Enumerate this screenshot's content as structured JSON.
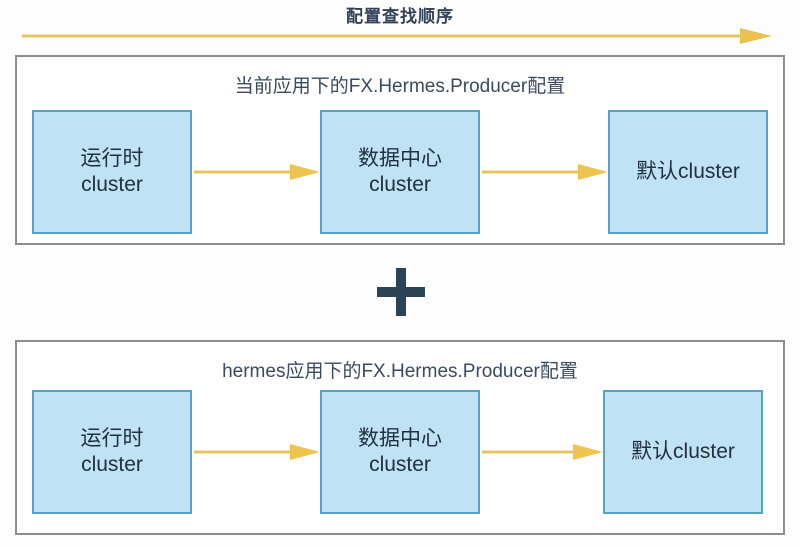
{
  "header": {
    "label": "配置查找顺序",
    "arrow_icon": "long-right-arrow-icon",
    "arrow_color": "#e6c55f"
  },
  "operator": {
    "symbol": "+",
    "icon": "plus-icon",
    "color": "#2b4356"
  },
  "theme": {
    "node_fill": "#bfe3f5",
    "node_border": "#57a5c6",
    "panel_border": "#8d8d8d",
    "arrow_color": "#e6c55f",
    "text_color": "#22303f",
    "title_color": "#3b4a5e",
    "background": "#fdfdfd"
  },
  "panels": [
    {
      "id": "panel-current",
      "title": "当前应用下的FX.Hermes.Producer配置",
      "nodes": [
        {
          "line1": "运行时",
          "line2": "cluster"
        },
        {
          "line1": "数据中心",
          "line2": "cluster"
        },
        {
          "line1": "默认cluster",
          "line2": ""
        }
      ],
      "connectors": [
        {
          "icon": "right-arrow-icon"
        },
        {
          "icon": "right-arrow-icon"
        }
      ]
    },
    {
      "id": "panel-hermes",
      "title": "hermes应用下的FX.Hermes.Producer配置",
      "nodes": [
        {
          "line1": "运行时",
          "line2": "cluster"
        },
        {
          "line1": "数据中心",
          "line2": "cluster"
        },
        {
          "line1": "默认cluster",
          "line2": ""
        }
      ],
      "connectors": [
        {
          "icon": "right-arrow-icon"
        },
        {
          "icon": "right-arrow-icon"
        }
      ]
    }
  ]
}
